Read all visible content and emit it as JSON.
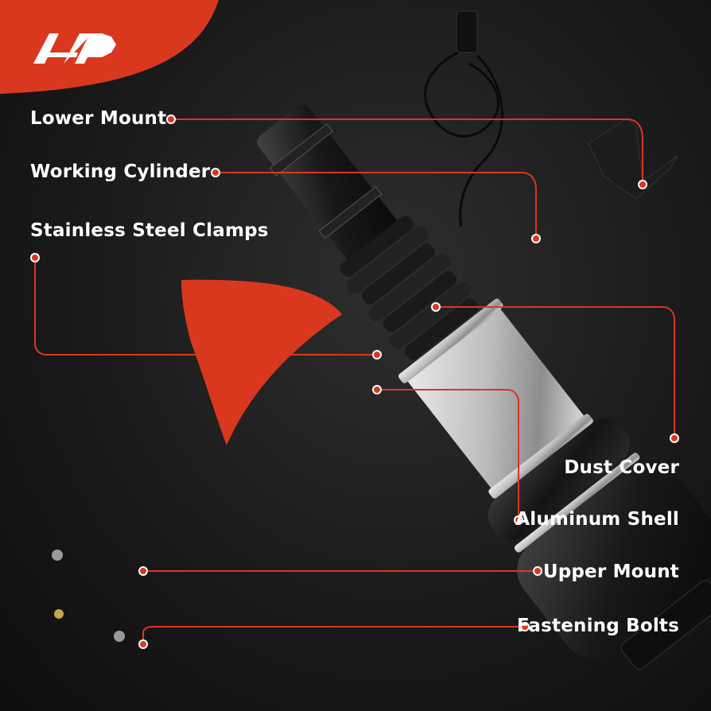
{
  "brand": {
    "logo_text": "A-P",
    "accent": "#d9381e"
  },
  "callouts": {
    "lower_mount": "Lower Mount",
    "working_cylinder": "Working Cylinder",
    "stainless_clamps": "Stainless Steel Clamps",
    "dust_cover": "Dust Cover",
    "aluminum_shell": "Aluminum Shell",
    "upper_mount": "Upper Mount",
    "fastening_bolts": "Fastening Bolts"
  },
  "icons": {
    "logo": "ap-logo-icon",
    "callout_dot": "dot-icon"
  }
}
